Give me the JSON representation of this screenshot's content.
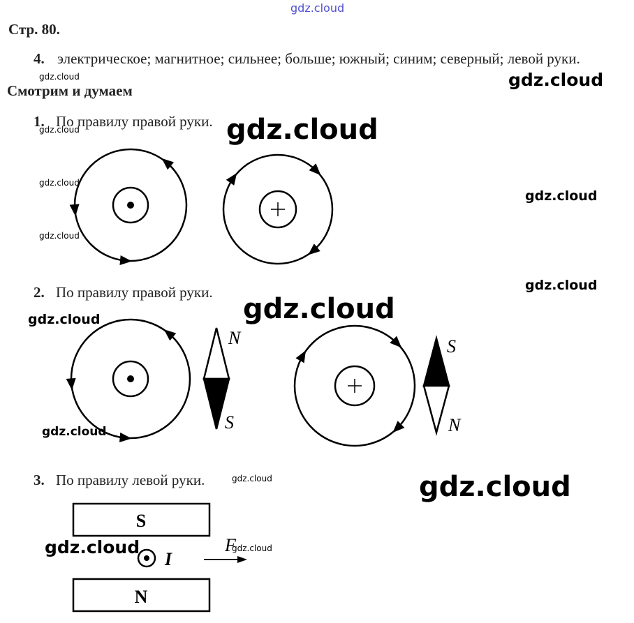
{
  "watermark": "gdz.cloud",
  "page_label": "Стр. 80.",
  "item4": {
    "num": "4.",
    "text": "электрическое; магнитное; сильнее; больше; южный; синим; северный; левой руки."
  },
  "section_title": "Смотрим и думаем",
  "q1": {
    "num": "1.",
    "text": "По правилу правой руки."
  },
  "q2": {
    "num": "2.",
    "text": "По правилу правой руки.",
    "compass_left": {
      "top": "N",
      "bottom": "S"
    },
    "compass_right": {
      "top": "S",
      "bottom": "N"
    }
  },
  "q3": {
    "num": "3.",
    "text": "По правилу левой руки.",
    "magnet_top": "S",
    "magnet_bottom": "N",
    "current_label": "I",
    "force_label": "F"
  }
}
